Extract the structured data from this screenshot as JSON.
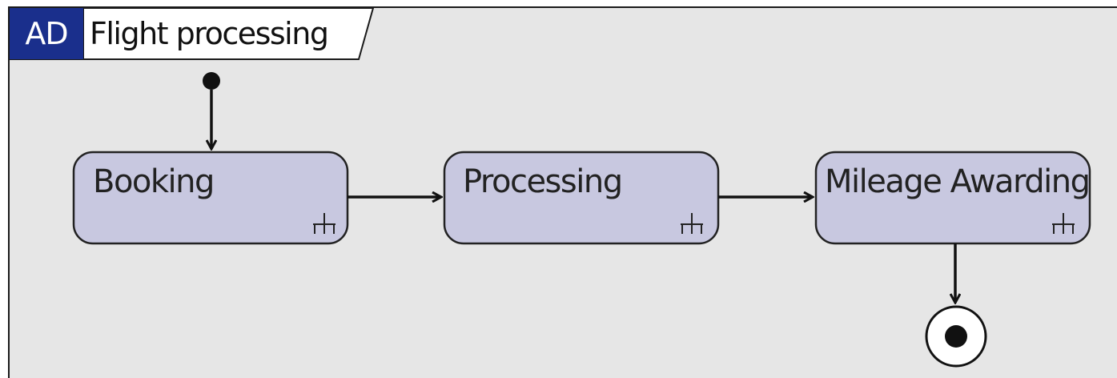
{
  "diagram": {
    "kind": "activity",
    "frame": {
      "tag": "AD",
      "title": "Flight processing"
    },
    "actions": [
      {
        "id": "booking",
        "label": "Booking"
      },
      {
        "id": "processing",
        "label": "Processing"
      },
      {
        "id": "mileage",
        "label": "Mileage Awarding"
      }
    ],
    "flows": [
      [
        "initial",
        "booking"
      ],
      [
        "booking",
        "processing"
      ],
      [
        "processing",
        "mileage"
      ],
      [
        "mileage",
        "final"
      ]
    ],
    "colors": {
      "canvas": "#e6e6e6",
      "action_fill": "#c8c8e0",
      "tag_fill": "#1a2f8c",
      "line": "#111111"
    }
  }
}
